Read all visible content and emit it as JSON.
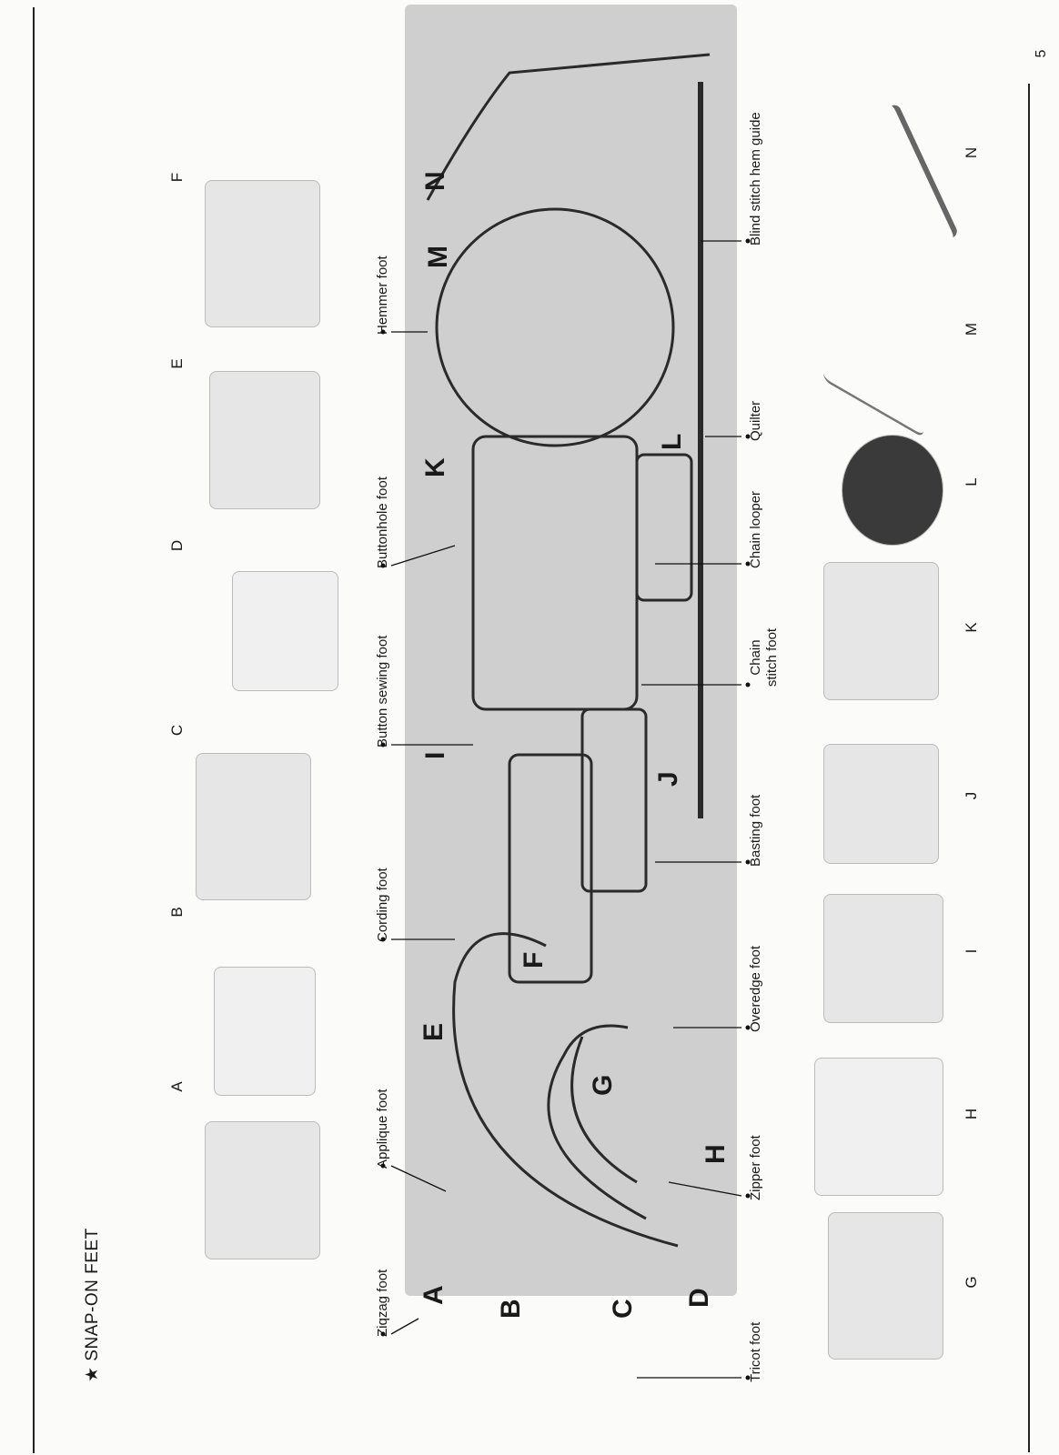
{
  "heading": "★ SNAP-ON FEET",
  "page_number": "5",
  "top_letters": [
    "A",
    "B",
    "C",
    "D",
    "E",
    "F"
  ],
  "bottom_letters": [
    "G",
    "H",
    "I",
    "J",
    "K",
    "L",
    "M",
    "N"
  ],
  "top_callouts": [
    "Ziqzag foot",
    "Applique foot",
    "Cording foot",
    "Button sewing foot",
    "Buttonhole foot",
    "Hemmer foot"
  ],
  "bottom_callouts": [
    "Tricot foot",
    "Zipper foot",
    "Overedge foot",
    "Basting foot",
    "Chain stitch foot",
    "Chain looper",
    "Quilter",
    "Blind stitch hem guide"
  ],
  "tray_letters": [
    "A",
    "B",
    "C",
    "D",
    "E",
    "F",
    "G",
    "H",
    "I",
    "J",
    "K",
    "L",
    "M",
    "N"
  ]
}
